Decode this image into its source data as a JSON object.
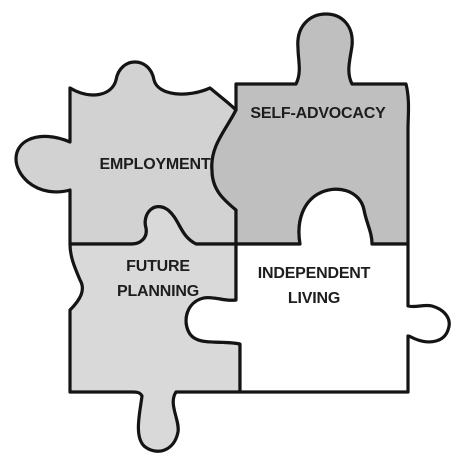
{
  "pieces": {
    "employment": {
      "label": "EMPLOYMENT",
      "fill": "#d2d2d2"
    },
    "self_advocacy": {
      "label": "SELF-ADVOCACY",
      "fill": "#bfbfbf"
    },
    "future_planning": {
      "label_line1": "FUTURE",
      "label_line2": "PLANNING",
      "fill": "#d9d9d9"
    },
    "independent_living": {
      "label_line1": "INDEPENDENT",
      "label_line2": "LIVING",
      "fill": "#ffffff"
    }
  },
  "outline_color": "#141414"
}
